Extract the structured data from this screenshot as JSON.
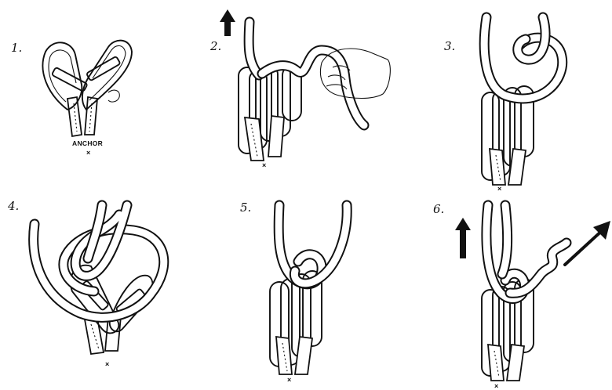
{
  "steps": [
    {
      "number": "1."
    },
    {
      "number": "2."
    },
    {
      "number": "3."
    },
    {
      "number": "4."
    },
    {
      "number": "5."
    },
    {
      "number": "6."
    }
  ],
  "anchor_label": "ANCHOR",
  "anchor_mark": "×",
  "arrows": {
    "step2": "up-arrow",
    "step6_vertical": "up-arrow",
    "step6_diagonal": "diagonal-up-right-arrow"
  },
  "colors": {
    "ink": "#111111",
    "paper": "#ffffff"
  }
}
